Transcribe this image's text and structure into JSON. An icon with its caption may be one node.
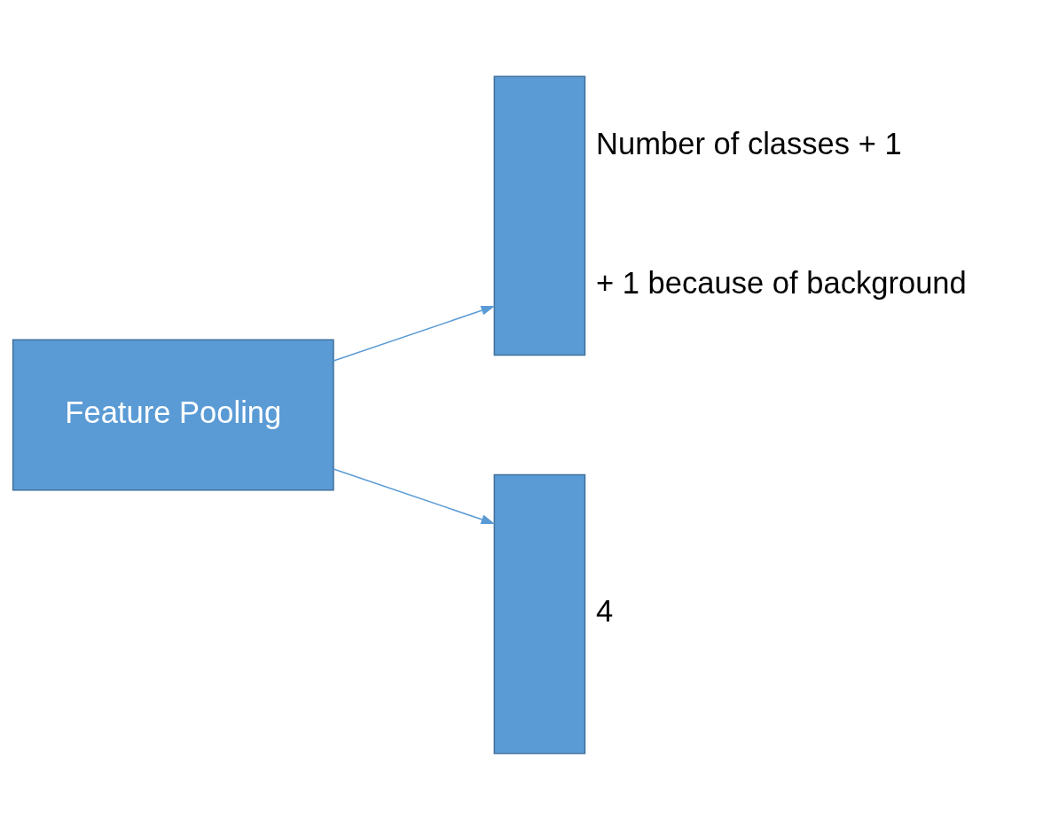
{
  "diagram": {
    "nodes": [
      {
        "text": [
          "Feature Pooling"
        ]
      },
      {
        "text": [],
        "shape": "bar",
        "beside": [
          "Number of classes + 1",
          "+ 1 because of background"
        ]
      },
      {
        "text": [],
        "shape": "bar",
        "beside": [
          "4"
        ]
      }
    ],
    "edges": [
      {
        "from": 0,
        "to": 1,
        "arrow": "to"
      },
      {
        "from": 0,
        "to": 2,
        "arrow": "to"
      }
    ]
  }
}
